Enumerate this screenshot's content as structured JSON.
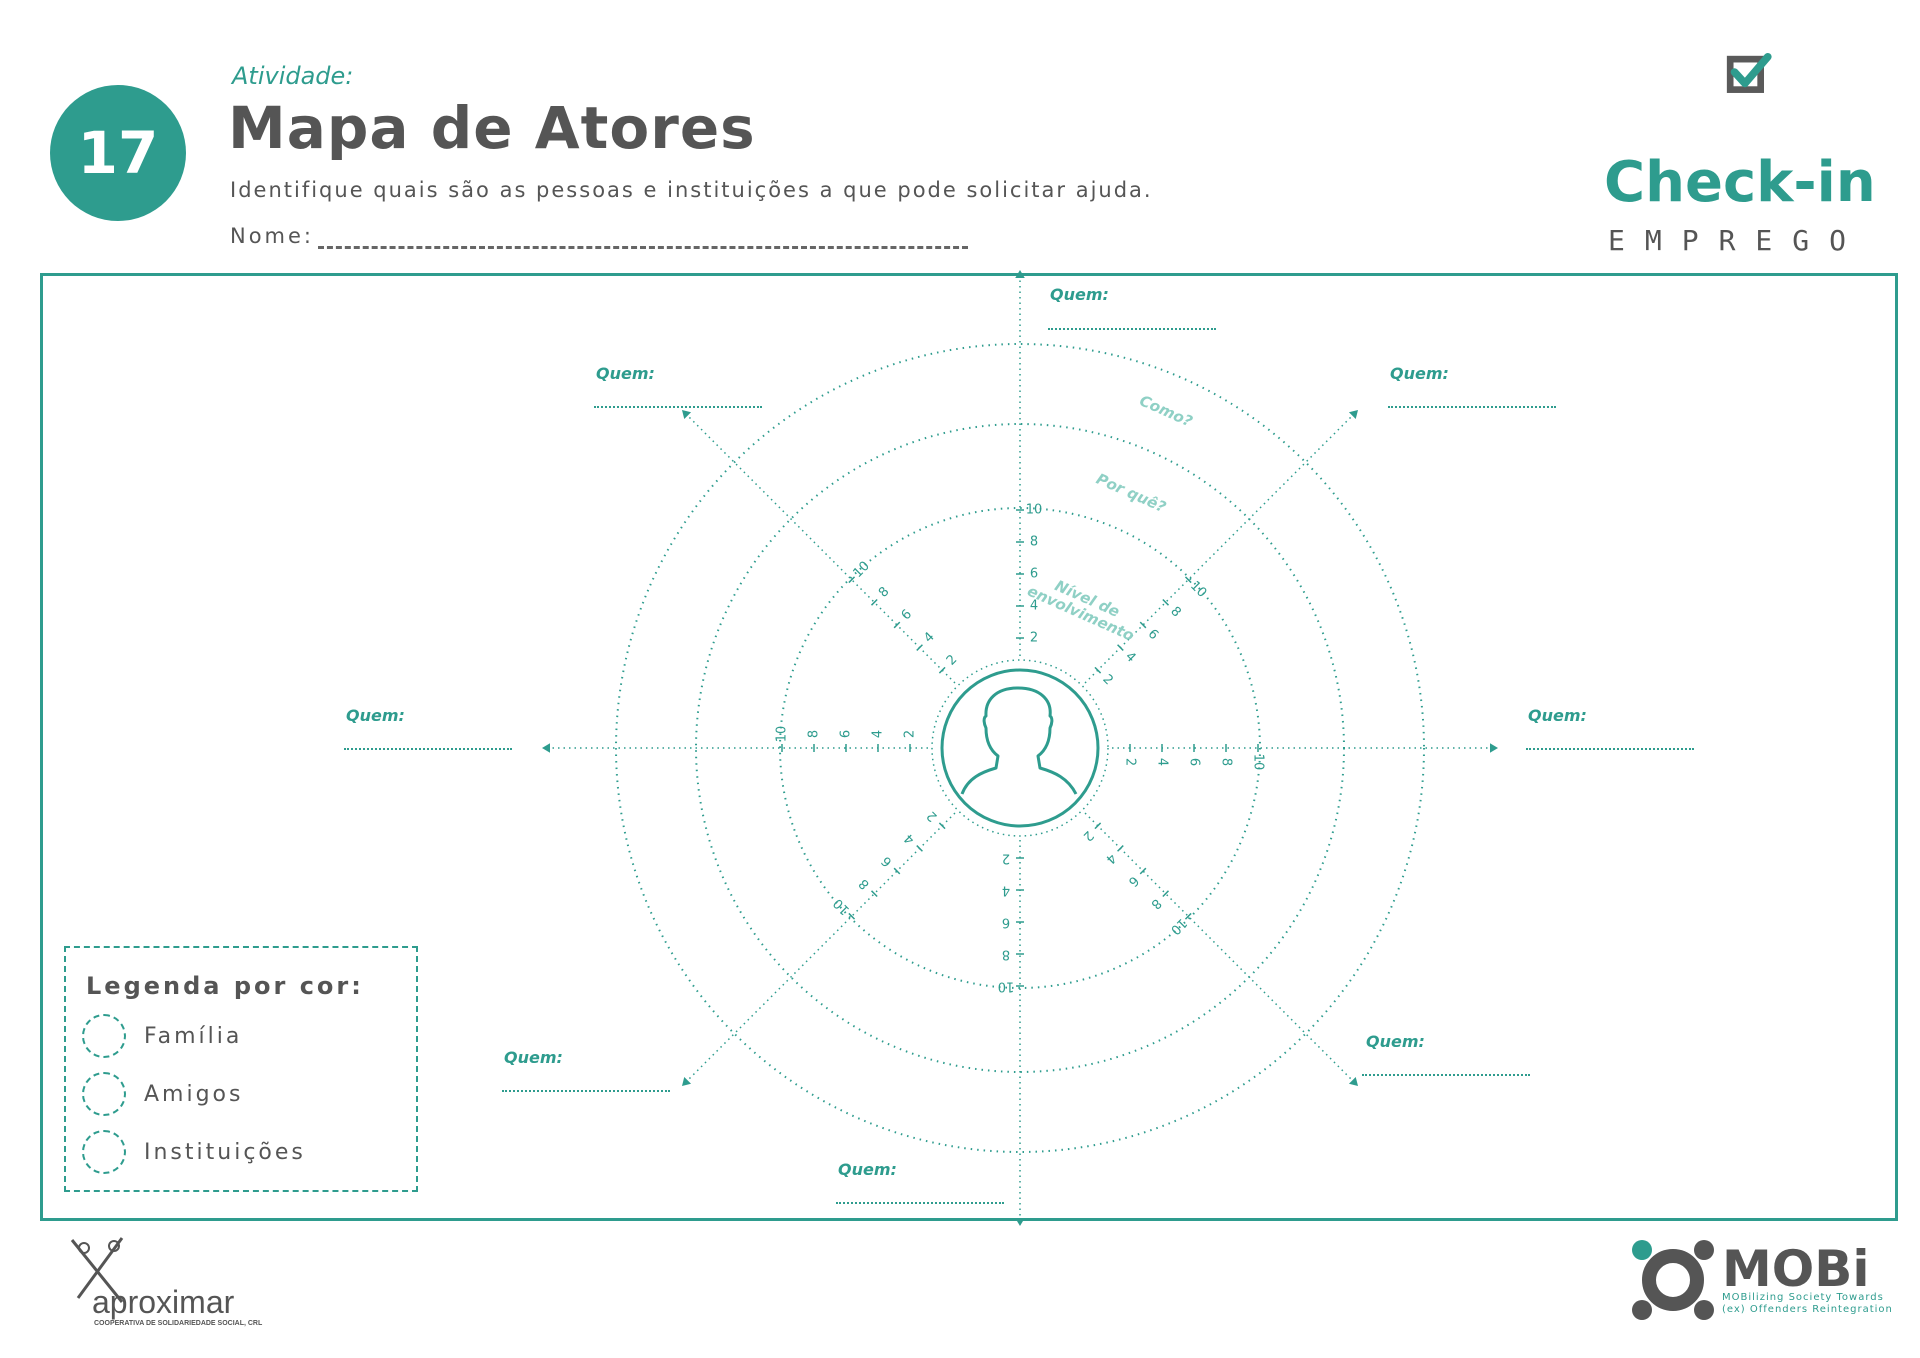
{
  "header": {
    "number": "17",
    "activity_label": "Atividade:",
    "title": "Mapa de Atores",
    "subtitle": "Identifique quais são as pessoas e instituições a que pode solicitar ajuda.",
    "name_label": "Nome:"
  },
  "brand": {
    "title": "Check-in",
    "subtitle": "EMPREGO"
  },
  "map": {
    "who_label": "Quem:",
    "ring_labels": {
      "how": "Como?",
      "why": "Por quê?",
      "involvement": "Nível de envolvimento"
    },
    "scale_ticks": [
      "2",
      "4",
      "6",
      "8",
      "10"
    ]
  },
  "legend": {
    "title": "Legenda por cor:",
    "items": [
      "Família",
      "Amigos",
      "Instituições"
    ]
  },
  "footer": {
    "left_logo": "aproximar",
    "left_logo_sub": "COOPERATIVA DE SOLIDARIEDADE SOCIAL, CRL",
    "right_logo": "MOBi",
    "right_logo_sub_1": "MOBilizing Society Towards",
    "right_logo_sub_2": "(ex) Offenders Reintegration"
  },
  "colors": {
    "accent": "#2e9c8e",
    "text": "#555555"
  }
}
